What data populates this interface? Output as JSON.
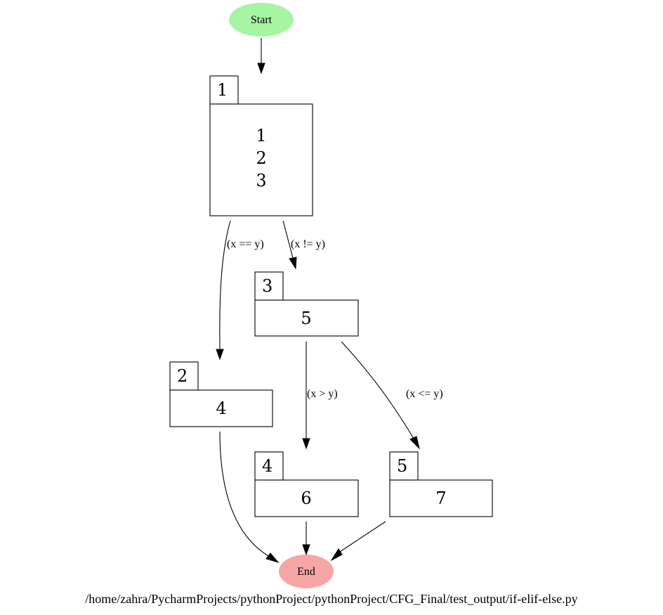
{
  "terminals": {
    "start": {
      "label": "Start",
      "color": "#a6f5a2"
    },
    "end": {
      "label": "End",
      "color": "#f7a6a6"
    }
  },
  "blocks": [
    {
      "id": "1",
      "lines": [
        "1",
        "2",
        "3"
      ]
    },
    {
      "id": "2",
      "lines": [
        "4"
      ]
    },
    {
      "id": "3",
      "lines": [
        "5"
      ]
    },
    {
      "id": "4",
      "lines": [
        "6"
      ]
    },
    {
      "id": "5",
      "lines": [
        "7"
      ]
    }
  ],
  "edges": [
    {
      "from": "start",
      "to": "1",
      "label": ""
    },
    {
      "from": "1",
      "to": "2",
      "label": "(x == y)"
    },
    {
      "from": "1",
      "to": "3",
      "label": "(x != y)"
    },
    {
      "from": "3",
      "to": "4",
      "label": "(x > y)"
    },
    {
      "from": "3",
      "to": "5",
      "label": "(x <= y)"
    },
    {
      "from": "2",
      "to": "end",
      "label": ""
    },
    {
      "from": "4",
      "to": "end",
      "label": ""
    },
    {
      "from": "5",
      "to": "end",
      "label": ""
    }
  ],
  "caption": "/home/zahra/PycharmProjects/pythonProject/pythonProject/CFG_Final/test_output/if-elif-else.py"
}
